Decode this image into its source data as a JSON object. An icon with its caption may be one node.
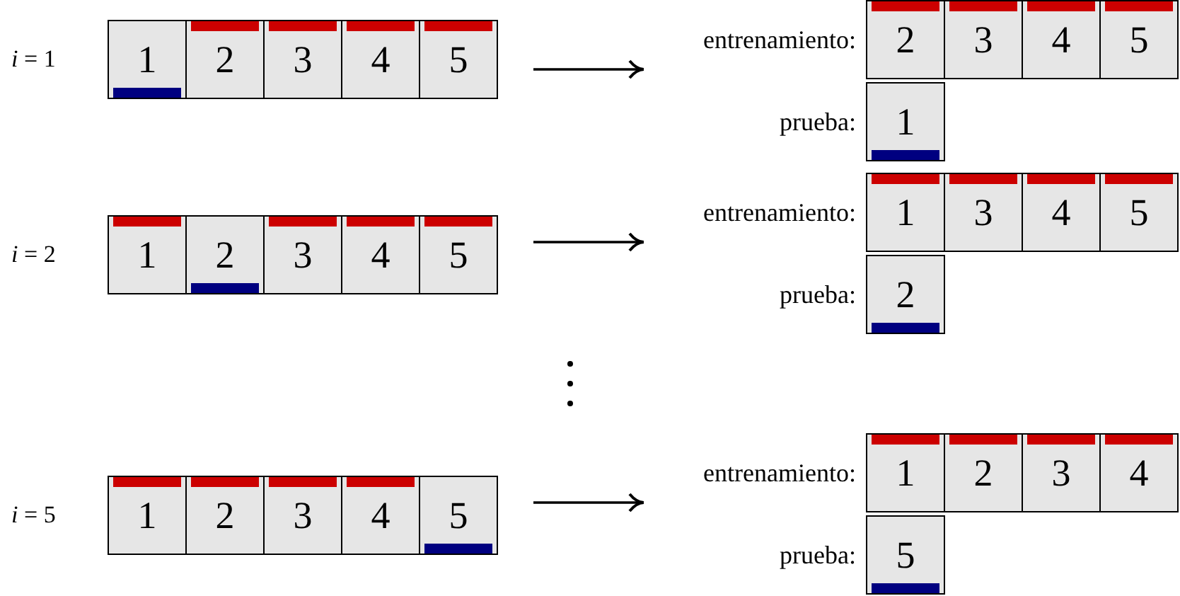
{
  "diagram": {
    "nodes": [
      {
        "text": [
          "*i* = 1"
        ]
      },
      {
        "text": [
          "1"
        ],
        "in": 0
      },
      {
        "text": [
          "2"
        ],
        "in": 0
      },
      {
        "text": [
          "3"
        ],
        "in": 0
      },
      {
        "text": [
          "4"
        ],
        "in": 0
      },
      {
        "text": [
          "5"
        ],
        "in": 0
      },
      {
        "text": [
          "entrenamiento:"
        ]
      },
      {
        "text": [
          "2"
        ],
        "in": 6
      },
      {
        "text": [
          "3"
        ],
        "in": 6
      },
      {
        "text": [
          "4"
        ],
        "in": 6
      },
      {
        "text": [
          "5"
        ],
        "in": 6
      },
      {
        "text": [
          "prueba:"
        ]
      },
      {
        "text": [
          "1"
        ],
        "in": 11
      },
      {
        "text": [
          "*i* = 2"
        ]
      },
      {
        "text": [
          "1"
        ],
        "in": 13
      },
      {
        "text": [
          "2"
        ],
        "in": 13
      },
      {
        "text": [
          "3"
        ],
        "in": 13
      },
      {
        "text": [
          "4"
        ],
        "in": 13
      },
      {
        "text": [
          "5"
        ],
        "in": 13
      },
      {
        "text": [
          "entrenamiento:"
        ]
      },
      {
        "text": [
          "1"
        ],
        "in": 19
      },
      {
        "text": [
          "3"
        ],
        "in": 19
      },
      {
        "text": [
          "4"
        ],
        "in": 19
      },
      {
        "text": [
          "5"
        ],
        "in": 19
      },
      {
        "text": [
          "prueba:"
        ]
      },
      {
        "text": [
          "2"
        ],
        "in": 24
      },
      {
        "text": [
          "*i* = 5"
        ]
      },
      {
        "text": [
          "1"
        ],
        "in": 26
      },
      {
        "text": [
          "2"
        ],
        "in": 26
      },
      {
        "text": [
          "3"
        ],
        "in": 26
      },
      {
        "text": [
          "4"
        ],
        "in": 26
      },
      {
        "text": [
          "5"
        ],
        "in": 26
      },
      {
        "text": [
          "entrenamiento:"
        ]
      },
      {
        "text": [
          "1"
        ],
        "in": 32
      },
      {
        "text": [
          "2"
        ],
        "in": 32
      },
      {
        "text": [
          "3"
        ],
        "in": 32
      },
      {
        "text": [
          "4"
        ],
        "in": 32
      },
      {
        "text": [
          "prueba:"
        ]
      },
      {
        "text": [
          "5"
        ],
        "in": 37
      }
    ],
    "edges": [
      {
        "from": 0,
        "to": 6,
        "arrow": "to"
      },
      {
        "from": 13,
        "to": 19,
        "arrow": "to"
      },
      {
        "from": 26,
        "to": 32,
        "arrow": "to"
      }
    ]
  }
}
